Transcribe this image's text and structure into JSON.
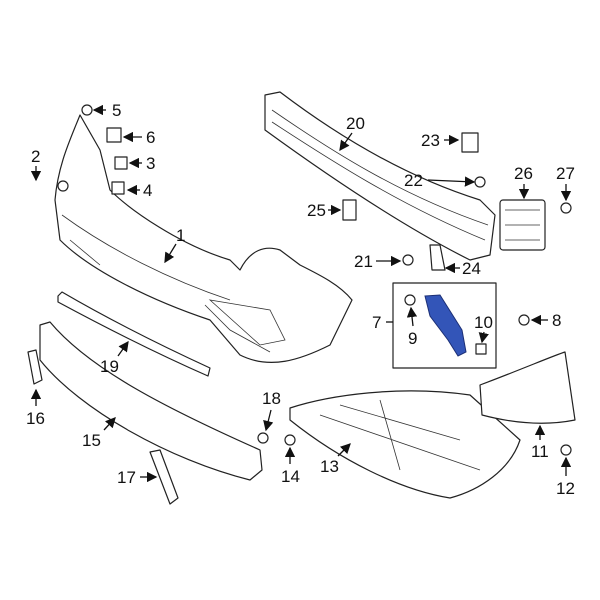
{
  "diagram": {
    "highlight_color": "#3355b8",
    "callouts": [
      "1",
      "2",
      "3",
      "4",
      "5",
      "6",
      "7",
      "8",
      "9",
      "10",
      "11",
      "12",
      "13",
      "14",
      "15",
      "16",
      "17",
      "18",
      "19",
      "20",
      "21",
      "22",
      "23",
      "24",
      "25",
      "26",
      "27"
    ]
  }
}
